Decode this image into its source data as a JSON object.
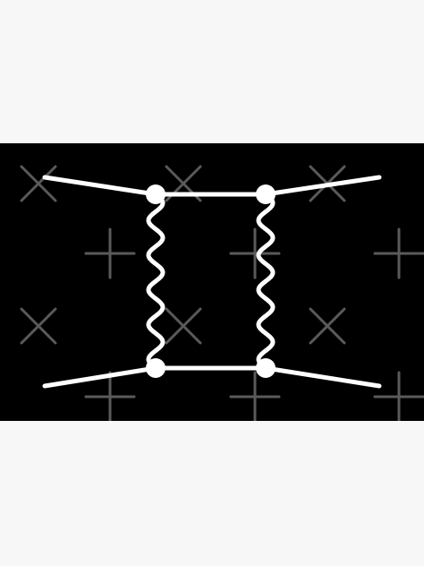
{
  "colors": {
    "page_background": "#f7f7f7",
    "band_background": "#000000",
    "diagram_stroke": "#ffffff",
    "watermark_mark": "#5a5a5a"
  },
  "diagram": {
    "kind": "box-feynman-diagram",
    "vertices": 4,
    "external_lines": 4,
    "internal_straight_lines": 2,
    "wavy_lines": 2
  },
  "watermark": {
    "marks": [
      "x-mark",
      "plus-mark"
    ]
  }
}
